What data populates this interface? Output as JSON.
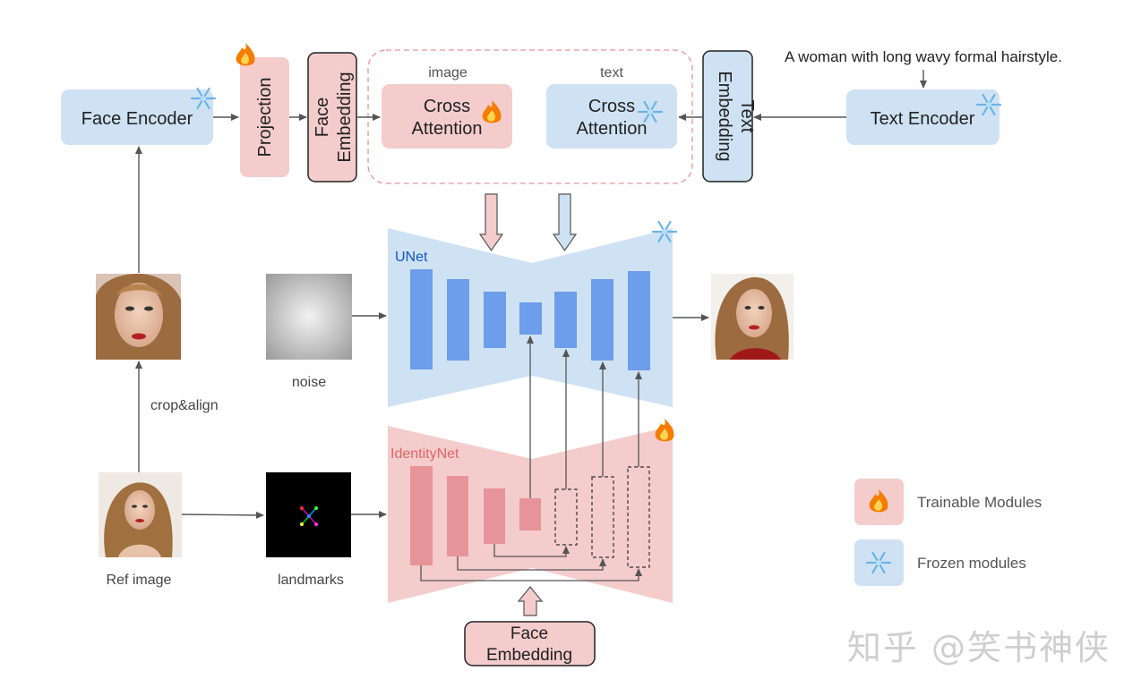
{
  "caption": "A woman with long wavy formal hairstyle.",
  "modules": {
    "face_encoder": "Face Encoder",
    "projection": "Projection",
    "face_embedding_top": "Face Embedding",
    "cross_attention_image_tag": "image",
    "cross_attention_image": "Cross Attention",
    "cross_attention_text_tag": "text",
    "cross_attention_text": "Cross Attention",
    "text_embedding": "Text Embedding",
    "text_encoder": "Text Encoder",
    "unet": "UNet",
    "identitynet": "IdentityNet",
    "face_embedding_bottom": "Face Embedding"
  },
  "images": {
    "noise": "noise",
    "crop_align": "crop&align",
    "ref_image": "Ref image",
    "landmarks": "landmarks"
  },
  "legend": {
    "trainable": "Trainable Modules",
    "frozen": "Frozen modules"
  },
  "watermark": "知乎 @笑书神侠",
  "colors": {
    "frozen_fill": "#cfe2f3",
    "trainable_fill": "#f4cccc",
    "unet_bar": "#6d9eeb",
    "idnet_bar": "#e6949a",
    "arrow": "#555555",
    "unet_label": "#1155cc",
    "idnet_label": "#e06666"
  }
}
